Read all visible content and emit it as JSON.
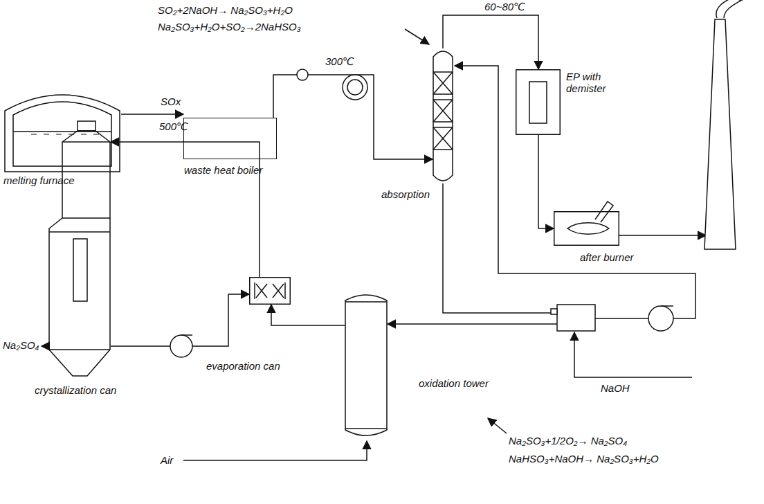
{
  "diagram": {
    "nodes": [
      {
        "text": [
          "melting furnace"
        ]
      },
      {
        "text": [
          "waste heat boiler"
        ]
      },
      {
        "text": [
          "absorption"
        ]
      },
      {
        "text": [
          "EP with demister"
        ]
      },
      {
        "text": [
          "after burner"
        ]
      },
      {
        "text": [
          "oxidation tower"
        ]
      },
      {
        "text": [
          "evaporation can"
        ]
      },
      {
        "text": [
          "crystallization can"
        ]
      }
    ],
    "edges": [
      {
        "from": 0,
        "to": 1,
        "arrow": "to",
        "label": "SOx"
      },
      {
        "from": 1,
        "to": 2,
        "arrow": "to"
      },
      {
        "from": 2,
        "to": 3,
        "arrow": "to"
      },
      {
        "from": 3,
        "to": 4,
        "arrow": "to"
      },
      {
        "from": 2,
        "to": 5,
        "arrow": "to"
      },
      {
        "from": 5,
        "to": 6,
        "arrow": "to"
      },
      {
        "from": 6,
        "to": 7,
        "arrow": "to"
      },
      {
        "from": 7,
        "to": 6,
        "arrow": "to"
      }
    ],
    "labels": [
      "SO₂+2NaOH→ Na₂SO₃+H₂O",
      "Na₂SO₃+H₂O+SO₂→2NaHSO₃",
      "60~80℃",
      "300℃",
      "500℃",
      "NaOH",
      "Air",
      "Na₂SO₄",
      "Na₂SO₃+1/2O₂→ Na₂SO₄",
      "NaHSO₃+NaOH→ Na₂SO₃+H₂O"
    ]
  }
}
